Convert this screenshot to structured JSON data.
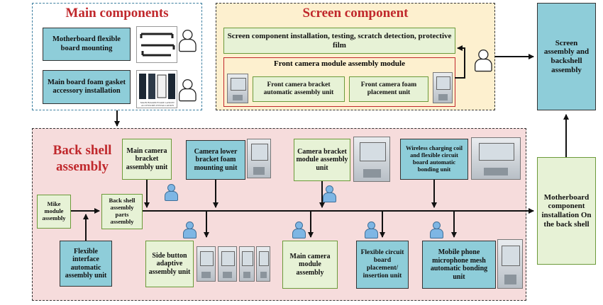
{
  "main_components": {
    "title": "Main components",
    "flex_board": "Motherboard flexible board mounting",
    "foam_gasket": "Main board foam gasket accessory installation",
    "foam_image_caption": "MAIN BOARD FOAM GASKET ACCESSORY INSTALLATION"
  },
  "screen_component": {
    "title": "Screen component",
    "install_test": "Screen component installation, testing, scratch detection, protective film",
    "front_camera_module_title": "Front camera module assembly module",
    "front_bracket_unit": "Front camera bracket automatic assembly unit",
    "front_foam_unit": "Front camera foam placement unit"
  },
  "right_column": {
    "screen_backshell": "Screen assembly and backshell assembly",
    "motherboard_install": "Motherboard component installation On the back shell"
  },
  "back_shell": {
    "title": "Back shell assembly",
    "main_camera_bracket": "Main camera bracket assembly unit",
    "camera_lower_bracket": "Camera lower bracket foam mounting unit",
    "camera_bracket_module": "Camera bracket module assembly unit",
    "wireless_coil": "Wireless charging coil and flexible circuit board automatic bonding unit",
    "mike_module": "Mike module assembly",
    "back_shell_parts": "Back shell assembly parts assembly",
    "flexible_interface": "Flexible interface automatic assembly unit",
    "side_button": "Side button adaptive assembly unit",
    "main_camera_module": "Main camera module assembly",
    "flex_circuit_placement": "Flexible circuit board placement/ insertion unit",
    "microphone_mesh": "Mobile phone microphone mesh automatic bonding unit"
  },
  "colors": {
    "title_red": "#c0282c",
    "box_blue": "#8ecdd9",
    "box_green": "#e7f2d6",
    "screen_bg": "#fdf0cf",
    "backshell_bg": "#f6dcdc"
  }
}
